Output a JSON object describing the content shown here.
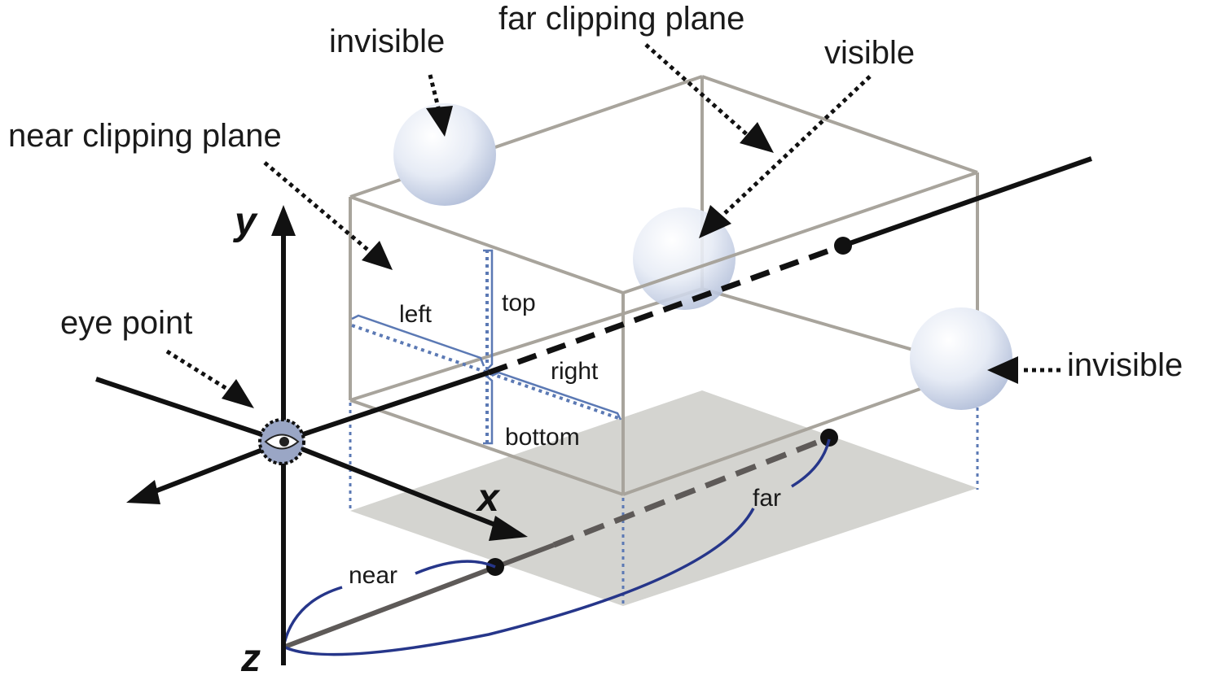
{
  "colors": {
    "box": "#a8a49c",
    "axis": "#111111",
    "dim": "#5b79b4",
    "far_curve": "#26368a",
    "ground": "#d4d4d0",
    "sphere": "#c9d3e6"
  },
  "labels": {
    "near_clipping_plane": "near clipping plane",
    "far_clipping_plane": "far clipping plane",
    "invisible_top": "invisible",
    "visible": "visible",
    "invisible_right": "invisible",
    "eye_point": "eye point",
    "left": "left",
    "top": "top",
    "right": "right",
    "bottom": "bottom",
    "near": "near",
    "far": "far",
    "axis_x": "x",
    "axis_y": "y",
    "axis_z": "z"
  },
  "icons": {
    "eye": "eye-icon"
  }
}
